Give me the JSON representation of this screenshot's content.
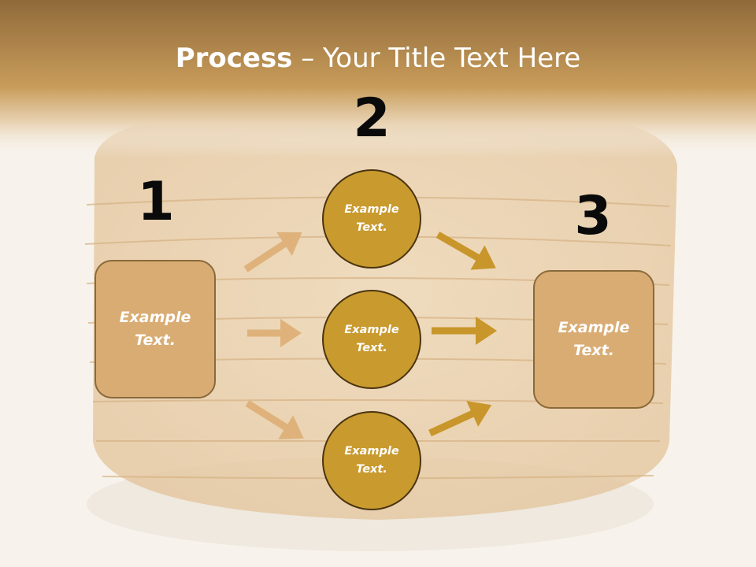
{
  "title": {
    "bold": "Process",
    "rest": " – Your Title Text Here"
  },
  "steps": {
    "one": {
      "number": "1",
      "line1": "Example",
      "line2": "Text."
    },
    "two": {
      "number": "2"
    },
    "three": {
      "number": "3",
      "line1": "Example",
      "line2": "Text."
    }
  },
  "circles": [
    {
      "line1": "Example",
      "line2": "Text."
    },
    {
      "line1": "Example",
      "line2": "Text."
    },
    {
      "line1": "Example",
      "line2": "Text."
    }
  ],
  "colors": {
    "header": "#a0763e",
    "box_fill": "#d9ac74",
    "circle_fill": "#c99a2e",
    "arrow_light": "#deb27a",
    "arrow_dark": "#c8962a"
  }
}
